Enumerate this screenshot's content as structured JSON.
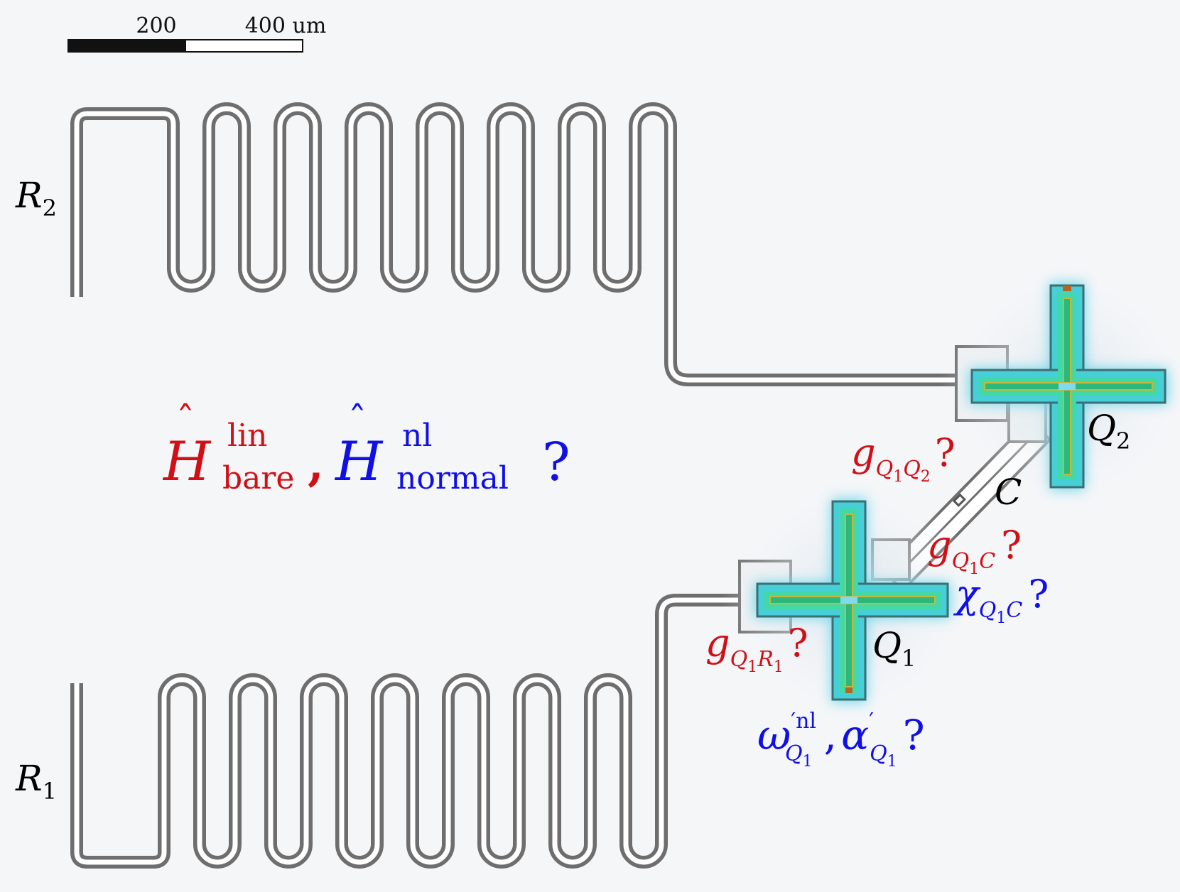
{
  "scale_bar": {
    "tick_200": "200",
    "tick_400": "400 um"
  },
  "labels": {
    "r2": {
      "main": "R",
      "sub": "2"
    },
    "r1": {
      "main": "R",
      "sub": "1"
    },
    "q1": {
      "main": "Q",
      "sub": "1"
    },
    "q2": {
      "main": "Q",
      "sub": "2"
    },
    "c": "C"
  },
  "hamiltonian": {
    "lin": {
      "main": "H",
      "sup": "lin",
      "sub": "bare"
    },
    "comma": ",",
    "nl": {
      "main": "H",
      "sup": "nl",
      "sub": "normal"
    },
    "question": "?"
  },
  "annotations": {
    "g_q1q2": {
      "main": "g",
      "sub": "Q",
      "subsub1": "1",
      "sub2": "Q",
      "subsub2": "2",
      "q": "?"
    },
    "g_q1c": {
      "main": "g",
      "sub": "Q",
      "subsub1": "1",
      "sub2": "C",
      "q": "?"
    },
    "chi_q1c": {
      "main": "χ",
      "sub": "Q",
      "subsub1": "1",
      "sub2": "C",
      "q": "?"
    },
    "g_q1r1": {
      "main": "g",
      "sub": "Q",
      "subsub1": "1",
      "sub2": "R",
      "subsub2": "1",
      "q": "?"
    },
    "omega_alpha": {
      "omega": "ω",
      "omega_sup": "′nl",
      "omega_sub": "Q",
      "omega_subsub": "1",
      "comma": ",",
      "alpha": "α",
      "alpha_sup": "′",
      "alpha_sub": "Q",
      "alpha_subsub": "1",
      "q": "?"
    }
  },
  "colors": {
    "background": "#f5f6f8",
    "trace": "#6e6e6e",
    "red": "#d10f17",
    "blue": "#1010e6",
    "black": "#000000",
    "field_outer": "#5fd3e8",
    "field_inner": "#3fe0b8",
    "core": "#e8d040"
  }
}
